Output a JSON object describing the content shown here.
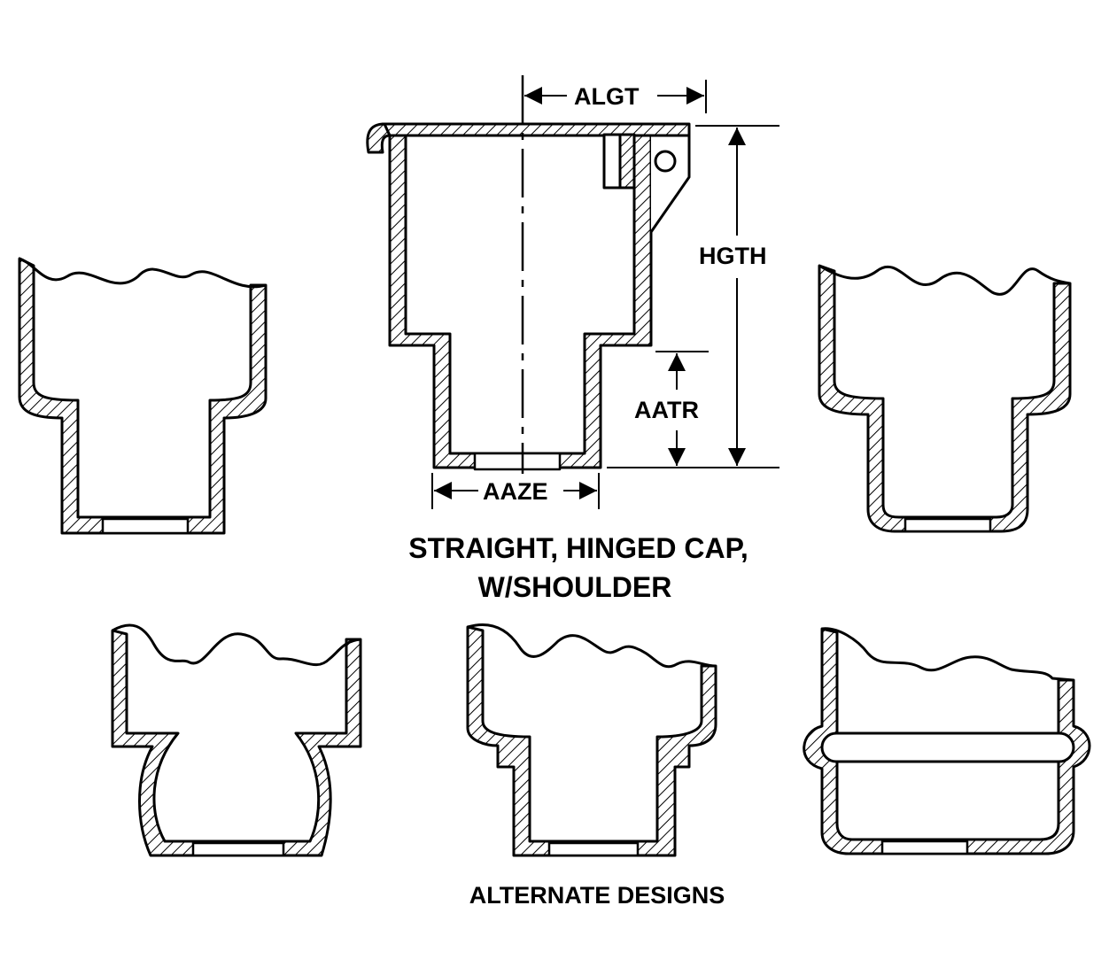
{
  "main_view": {
    "dimensions": {
      "algt": "ALGT",
      "hgth": "HGTH",
      "aatr": "AATR",
      "aaze": "AAZE"
    },
    "caption_line1": "STRAIGHT, HINGED CAP,",
    "caption_line2": "W/SHOULDER"
  },
  "alternates": {
    "caption": "ALTERNATE DESIGNS"
  },
  "colors": {
    "ink": "#000000",
    "paper": "#ffffff"
  }
}
